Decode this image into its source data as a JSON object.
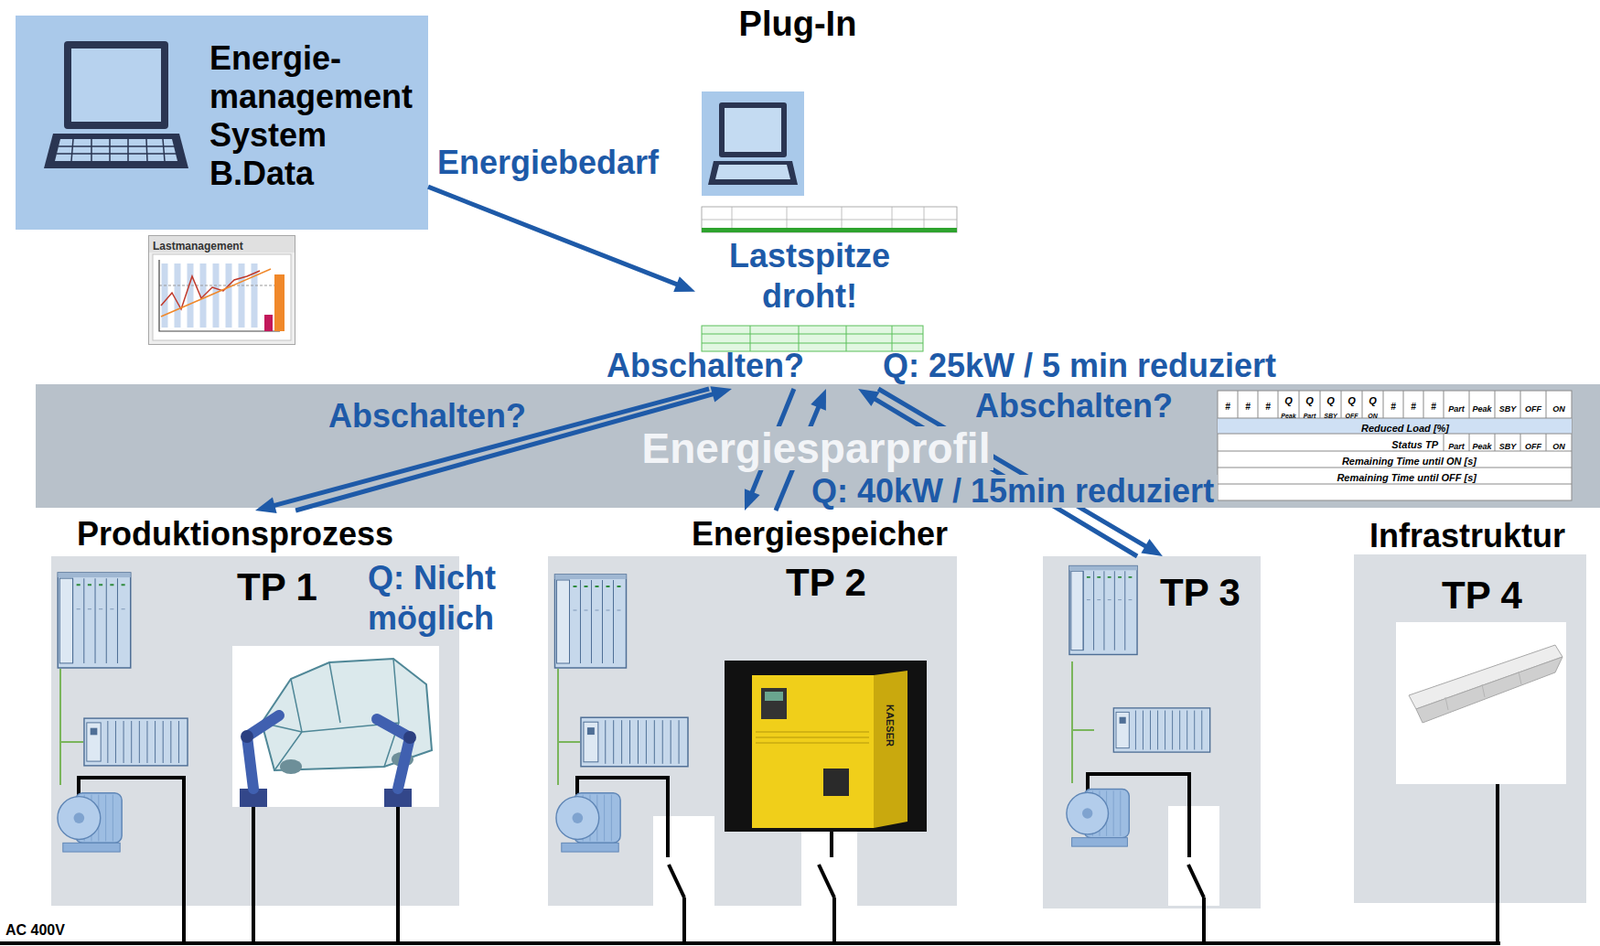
{
  "diagram": {
    "nodes": [
      {
        "text": [
          "Energie- management System B.Data"
        ]
      },
      {
        "text": [
          "Lastmanagement"
        ]
      },
      {
        "text": [
          "Plug-In",
          "Lastspitze droht!"
        ]
      },
      {
        "text": [
          "Energiesparprofil"
        ]
      },
      {
        "text": [
          "Produktionsprozess",
          "TP 1"
        ]
      },
      {
        "text": [
          "Energiespeicher",
          "TP 2"
        ]
      },
      {
        "text": [
          "TP 3"
        ]
      },
      {
        "text": [
          "Infrastruktur",
          "TP 4"
        ]
      }
    ],
    "edges": [
      {
        "from": 0,
        "to": 2,
        "label": "Energiebedarf",
        "arrow": "to"
      },
      {
        "from": 2,
        "to": 4,
        "label": "Abschalten?",
        "arrow": "to"
      },
      {
        "from": 4,
        "to": 2,
        "label": "Q: Nicht möglich",
        "arrow": "to"
      },
      {
        "from": 2,
        "to": 5,
        "label": "Abschalten?",
        "arrow": "to"
      },
      {
        "from": 5,
        "to": 2,
        "label": "Q: 25kW / 5 min reduziert",
        "arrow": "to"
      },
      {
        "from": 2,
        "to": 6,
        "label": "Abschalten?",
        "arrow": "to"
      },
      {
        "from": 6,
        "to": 2,
        "label": "Q: 40kW / 15min reduziert",
        "arrow": "to"
      }
    ],
    "labels": [
      "AC 400V",
      "KAESER",
      "#",
      "#",
      "#",
      "Q",
      "Peak",
      "Q",
      "Part",
      "Q",
      "SBY",
      "Q",
      "OFF",
      "Q",
      "ON",
      "#",
      "#",
      "#",
      "Part",
      "Peak",
      "SBY",
      "OFF",
      "ON",
      "Reduced Load [%]",
      "Status TP",
      "Part",
      "Peak",
      "SBY",
      "OFF",
      "ON",
      "Remaining Time until ON [s]",
      "Remaining Time until OFF [s]"
    ]
  }
}
